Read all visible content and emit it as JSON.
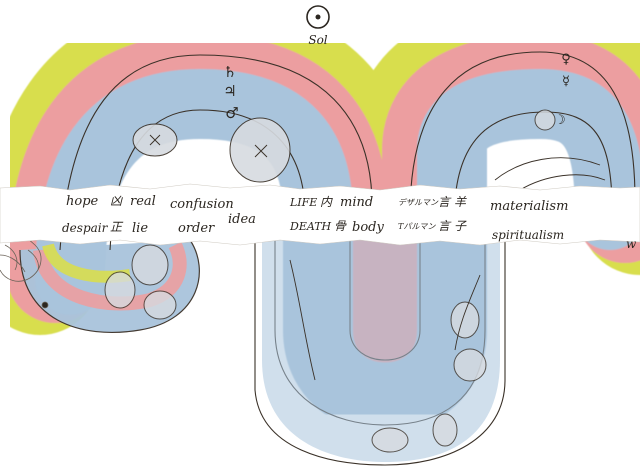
{
  "sun": {
    "label": "Sol"
  },
  "planet_symbols": {
    "left_arch": [
      "♄",
      "♃",
      "♂"
    ],
    "right_arch": [
      "♀",
      "☿",
      "☽"
    ]
  },
  "upper_words": [
    "hope",
    "凶",
    "real",
    "confusion",
    "LIFE",
    "内",
    "mind",
    "デザルマン",
    "言",
    "羊",
    "materialism"
  ],
  "lower_words": [
    "despair",
    "正",
    "lie",
    "order",
    "idea",
    "DEATH",
    "骨",
    "body",
    "Tパルマン",
    "言",
    "子",
    "spiritualism",
    "w"
  ],
  "colors": {
    "yellow_band": "#d8de4e",
    "pink_band": "#ec9ea0",
    "blue_band": "#a9c4dc",
    "outline": "#3a3128"
  }
}
